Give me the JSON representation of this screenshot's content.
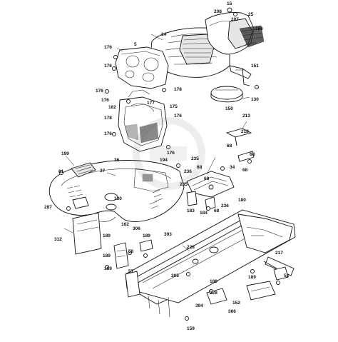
{
  "diagram": {
    "callouts": {
      "c15": "15",
      "c208": "208",
      "c207": "207",
      "c25": "25",
      "c186": "186",
      "c14": "14",
      "c5": "5",
      "c176a": "176",
      "c176b": "176",
      "c176c": "176",
      "c176d": "176",
      "c176e": "176",
      "c176f": "176",
      "c176g": "176",
      "c178a": "178",
      "c178b": "178",
      "c177": "177",
      "c175": "175",
      "c182": "182",
      "c151": "151",
      "c130": "130",
      "c150": "150",
      "c213": "213",
      "c218": "218",
      "c68a": "68",
      "c68b": "68",
      "c68c": "68",
      "c68d": "68",
      "c68e": "68",
      "c68f": "68",
      "c199": "199",
      "c81": "81",
      "c37": "37",
      "c36": "36",
      "c194": "194",
      "c235a": "235",
      "c235b": "235",
      "c236a": "236",
      "c236b": "236",
      "c34": "34",
      "c180": "180",
      "c183": "183",
      "c184": "184",
      "c287": "287",
      "c130b": "130",
      "c312": "312",
      "c162": "162",
      "c306a": "306",
      "c306b": "306",
      "c393": "393",
      "c189a": "189",
      "c189b": "189",
      "c189c": "189",
      "c189d": "189",
      "c189e": "189",
      "c189f": "189",
      "c228a": "228",
      "c228b": "228",
      "c217": "217",
      "c52": "52",
      "c305": "305",
      "c159": "159",
      "c152": "152",
      "c394": "394",
      "c57": "57",
      "c58": "58"
    },
    "watermark": "GHS"
  }
}
